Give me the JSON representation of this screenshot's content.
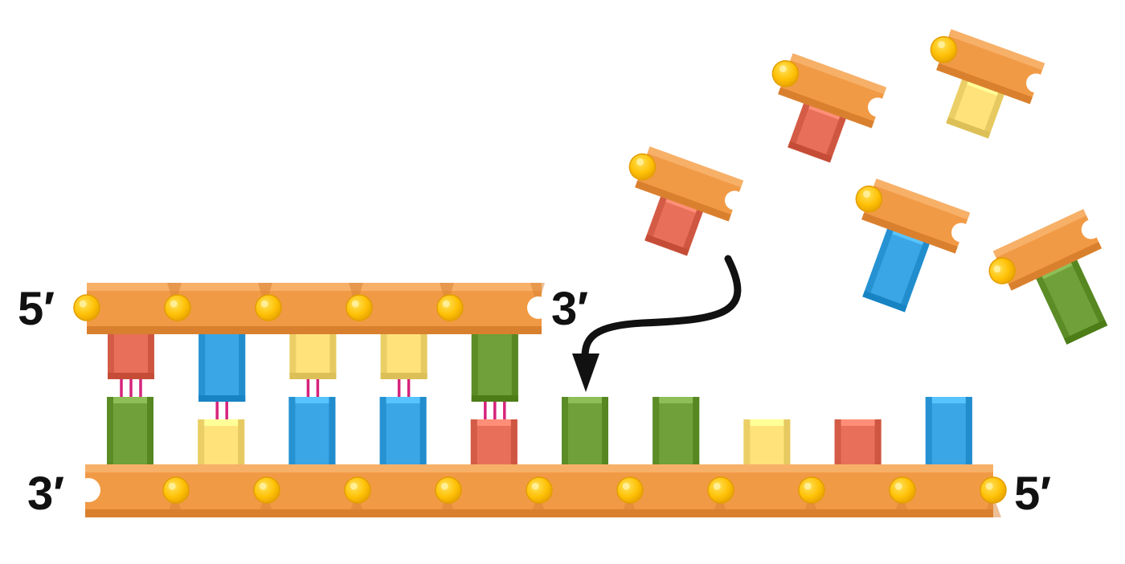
{
  "labels": {
    "template_left": "5′",
    "template_right": "3′",
    "new_left": "3′",
    "new_right": "5′"
  },
  "colors": {
    "backbone": "#F19A45",
    "backbone_dark": "#D9802F",
    "phosphate": "#FFC107",
    "phosphate_light": "#FFE25A",
    "hbond": "#D6247C",
    "arrow": "#111111",
    "red": "#E8705A",
    "blue": "#3AA6E6",
    "yellow": "#FFE37A",
    "green": "#6FA03A"
  },
  "template_bases": [
    "red",
    "blue",
    "yellow",
    "yellow",
    "green"
  ],
  "new_bases": [
    "green",
    "yellow",
    "blue",
    "blue",
    "red",
    "green",
    "green",
    "yellow",
    "red",
    "blue"
  ],
  "hbond_counts": [
    3,
    2,
    2,
    2,
    3
  ],
  "free_nucleotides": [
    "red",
    "red",
    "yellow",
    "blue",
    "green"
  ]
}
